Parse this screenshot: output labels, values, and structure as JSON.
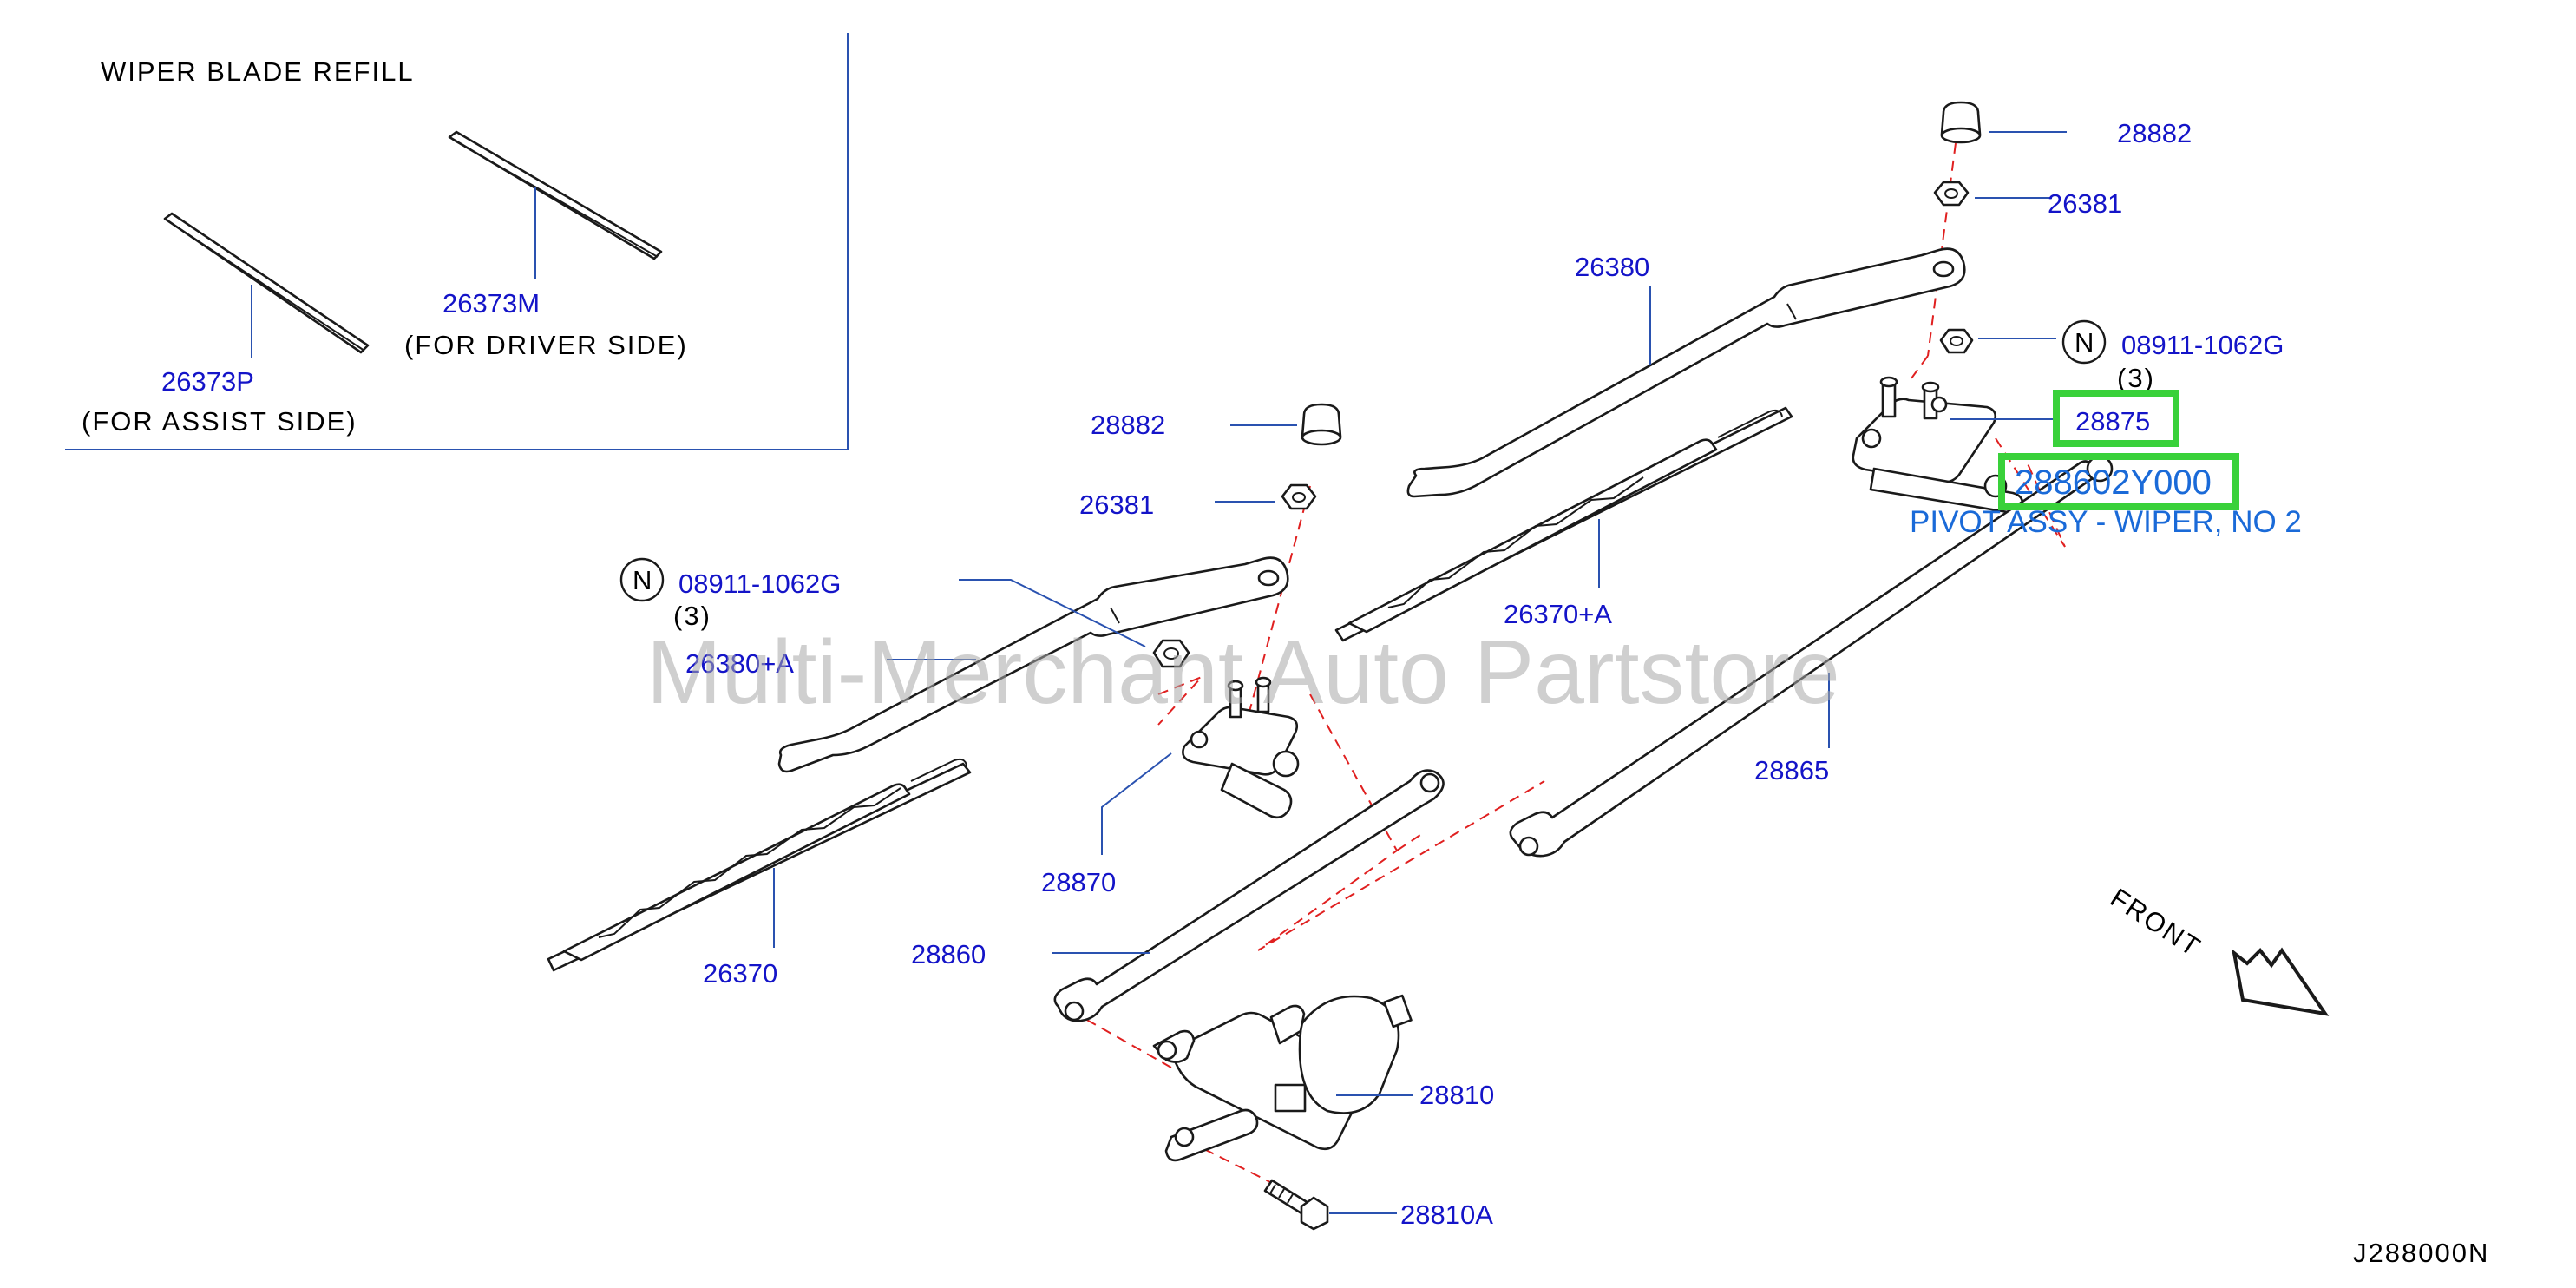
{
  "inset": {
    "title": "WIPER  BLADE  REFILL",
    "refills": [
      {
        "part": "26373M",
        "note": "(FOR  DRIVER  SIDE)"
      },
      {
        "part": "26373P",
        "note": "(FOR  ASSIST  SIDE)"
      }
    ]
  },
  "labels": {
    "p28882_right": "28882",
    "p26381_right": "26381",
    "p26380": "26380",
    "p08911_right": "08911-1062G",
    "qty_right": "(3)",
    "p28875": "28875",
    "p28860_2Y000": "288602Y000",
    "pivot_desc": "PIVOT ASSY - WIPER, NO 2",
    "p26370A": "26370+A",
    "p28882_left": "28882",
    "p26381_left": "26381",
    "p08911_left": "08911-1062G",
    "qty_left": "(3)",
    "p26380A": "26380+A",
    "p28865": "28865",
    "p28870": "28870",
    "p26370": "26370",
    "p28860": "28860",
    "p28810": "28810",
    "p28810A": "28810A",
    "n_mark": "N",
    "front": "FRONT",
    "diagram_code": "J288000N"
  },
  "watermark": "Multi-Merchant Auto Partstore",
  "colors": {
    "label_blue": "#1414c8",
    "highlight_green": "#39d13a",
    "highlight_text": "#1a6ad8",
    "dash_red": "#e02020",
    "watermark_gray": "#a8a8a8"
  }
}
